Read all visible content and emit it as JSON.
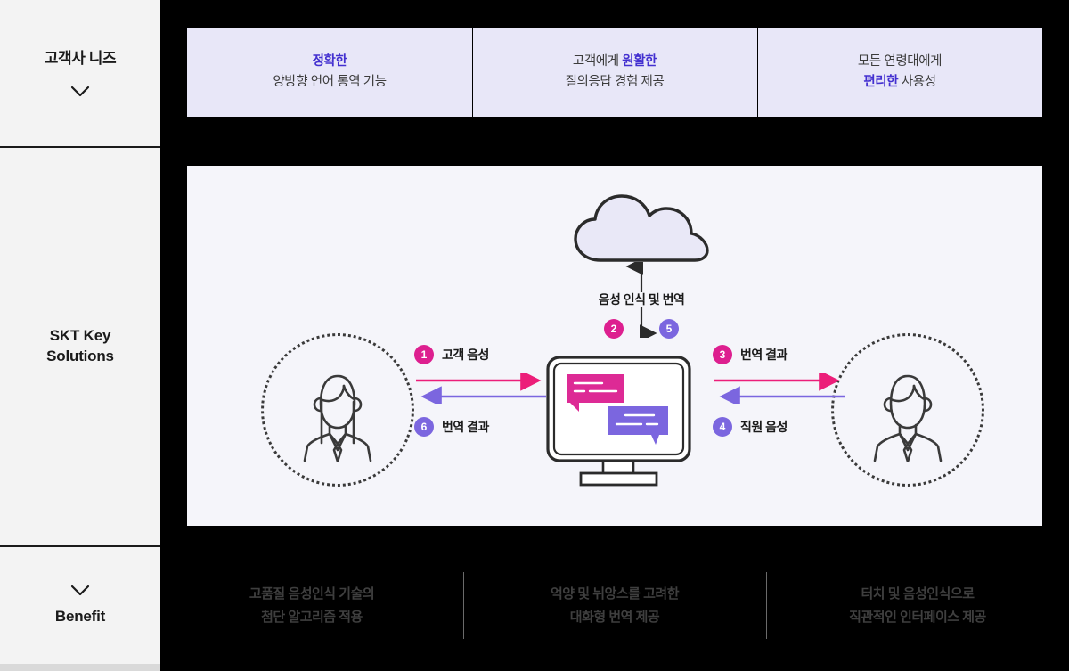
{
  "sidebar": {
    "needs": {
      "label": "고객사 니즈",
      "icon": "chevron-down-icon"
    },
    "solutions": {
      "label_line1": "SKT Key",
      "label_line2": "Solutions"
    },
    "benefit": {
      "label": "Benefit",
      "icon": "chevron-down-icon"
    }
  },
  "needs": {
    "items": [
      {
        "line1_strong": "정확한",
        "line1_plain": "",
        "line2": "양방향 언어 통역 기능"
      },
      {
        "line1_plain": "고객에게 ",
        "line1_strong": "원활한",
        "line2": "질의응답 경험 제공"
      },
      {
        "line1_plain": "모든 연령대에게",
        "line1_strong": "",
        "line2_strong": "편리한",
        "line2_plain": " 사용성"
      }
    ]
  },
  "diagram": {
    "cloud": {
      "name": "cloud-icon",
      "label": "음성 인식 및 번역"
    },
    "cloud_badges": [
      {
        "number": "2",
        "color": "#DD1F8F"
      },
      {
        "number": "5",
        "color": "#7B66DF"
      }
    ],
    "left_avatar": "customer-avatar",
    "right_avatar": "staff-avatar",
    "monitor": "monitor-icon",
    "flows": {
      "left": {
        "top": {
          "number": "1",
          "label": "고객 음성",
          "color": "#DD1F8F",
          "direction": "right"
        },
        "bottom": {
          "number": "6",
          "label": "번역 결과",
          "color": "#7B66DF",
          "direction": "left"
        }
      },
      "right": {
        "top": {
          "number": "3",
          "label": "번역 결과",
          "color": "#DD1F8F",
          "direction": "right"
        },
        "bottom": {
          "number": "4",
          "label": "직원 음성",
          "color": "#7B66DF",
          "direction": "left"
        }
      }
    }
  },
  "benefits": {
    "items": [
      {
        "line1": "고품질 음성인식 기술의",
        "line2": "첨단 알고리즘 적용"
      },
      {
        "line1": "억양 및 뉘앙스를 고려한",
        "line2": "대화형 번역 제공"
      },
      {
        "line1": "터치 및 음성인식으로",
        "line2": "직관적인 인터페이스 제공"
      }
    ]
  },
  "colors": {
    "accent_pink": "#DD1F8F",
    "accent_purple": "#7B66DF",
    "needs_bg": "#E8E7F8",
    "needs_text_strong": "#4330D0",
    "panel_bg": "#F5F5FA",
    "rail_bg": "#F3F3F3"
  }
}
